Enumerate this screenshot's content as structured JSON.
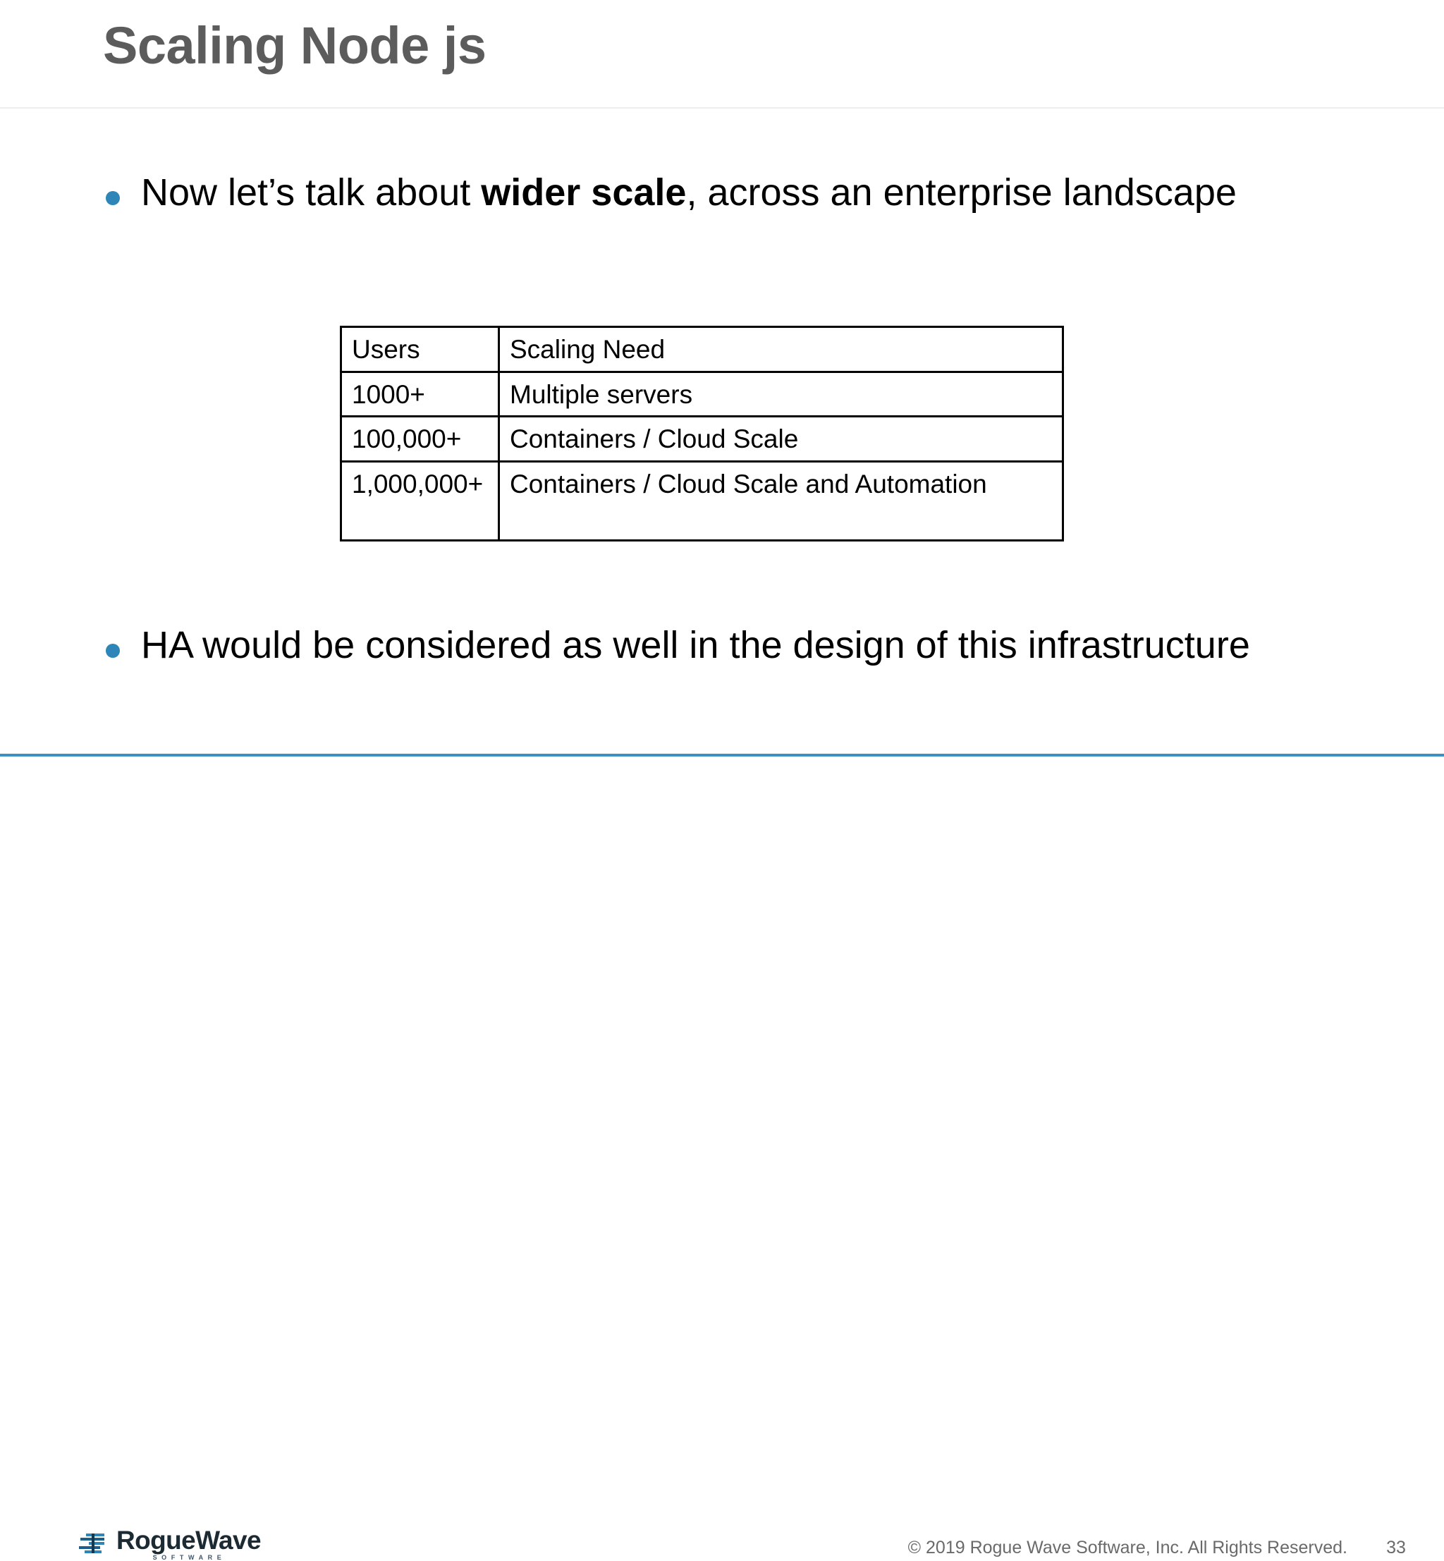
{
  "slide": {
    "title": "Scaling Node js",
    "title_color": "#5c5c5c",
    "accent_color": "#2e86b8",
    "footer_rule_color": "#3d8fc4",
    "background": "#ffffff"
  },
  "bullets": [
    {
      "marker": "bullet-dot",
      "text_before": "Now let’s talk about ",
      "text_bold": "wider scale",
      "text_after": ", across an enterprise landscape"
    },
    {
      "marker": "bullet-dot",
      "text_full": "HA would be considered as well in the design of this infrastructure"
    }
  ],
  "table": {
    "headers": [
      "Users",
      "Scaling Need"
    ],
    "rows": [
      [
        "1000+",
        "Multiple servers"
      ],
      [
        "100,000+",
        "Containers / Cloud Scale"
      ],
      [
        "1,000,000+",
        "Containers / Cloud Scale and Automation"
      ]
    ]
  },
  "footer": {
    "logo_word": "RogueWave",
    "logo_sub": "SOFTWARE",
    "copyright": "© 2019 Rogue Wave Software, Inc. All Rights Reserved.",
    "page_number": "33"
  }
}
